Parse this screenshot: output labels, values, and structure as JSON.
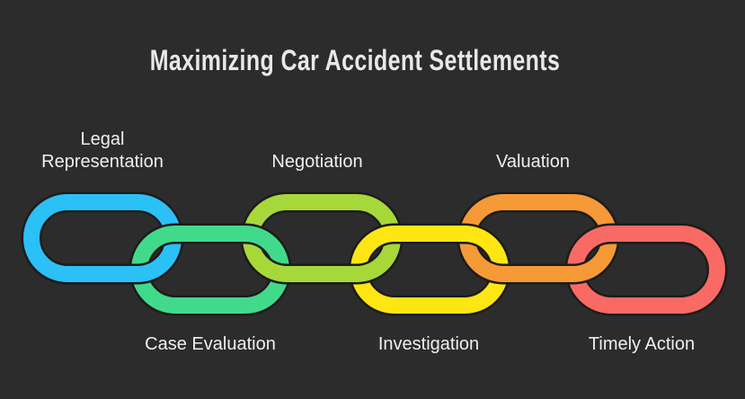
{
  "background_color": "#2c2c2c",
  "title": {
    "text": "Maximizing Car Accident Settlements",
    "color": "#e8e8e8"
  },
  "chain": {
    "outline_color": "#1c1c1c",
    "links": [
      {
        "label": "Legal\nRepresentation",
        "color": "#2bc0f6",
        "row": "top"
      },
      {
        "label": "Case Evaluation",
        "color": "#41da8b",
        "row": "bottom"
      },
      {
        "label": "Negotiation",
        "color": "#a6d83a",
        "row": "top"
      },
      {
        "label": "Investigation",
        "color": "#fee613",
        "row": "bottom"
      },
      {
        "label": "Valuation",
        "color": "#f69937",
        "row": "top"
      },
      {
        "label": "Timely Action",
        "color": "#fa6a64",
        "row": "bottom"
      }
    ]
  }
}
